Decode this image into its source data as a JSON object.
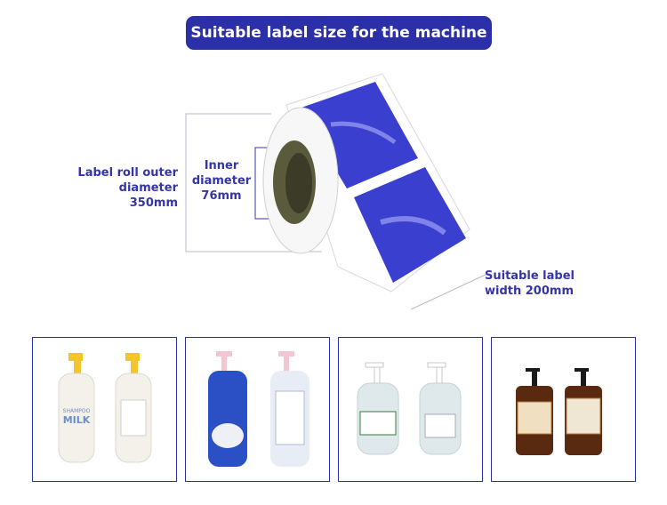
{
  "header": {
    "title": "Suitable label size for the machine"
  },
  "diagram": {
    "outer_diameter_label": [
      "Label roll outer",
      "diameter 350mm"
    ],
    "inner_diameter_label": [
      "Inner",
      "diameter",
      "76mm"
    ],
    "width_label": [
      "Suitable label",
      "width 200mm"
    ]
  },
  "colors": {
    "accent": "#2b2fa8",
    "label_text": "#3535a8",
    "label_blue": "#3a3fd0"
  },
  "examples": [
    {
      "name": "milk-shampoo-bottles",
      "front_text": [
        "MILK",
        "SHAMPOO"
      ],
      "body_color": "#f3f1ea",
      "cap_color": "#f2c62a"
    },
    {
      "name": "body-wash-bottles",
      "body_color": "#2b4fc4",
      "cap_color": "#f4c6d2"
    },
    {
      "name": "hand-sanitizer-bottles",
      "body_color": "#dfe9ec",
      "cap_color": "#ffffff"
    },
    {
      "name": "amber-soap-bottles",
      "body_color": "#5a2a10",
      "cap_color": "#1a1a1a"
    }
  ]
}
